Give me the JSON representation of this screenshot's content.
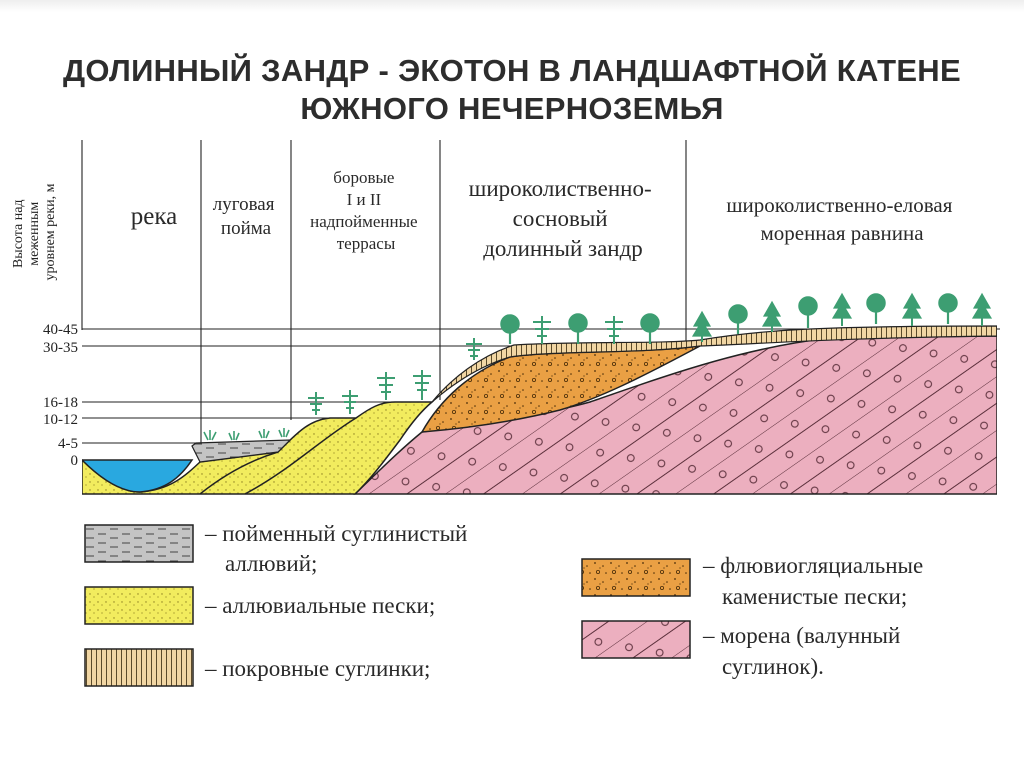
{
  "title": {
    "line1": "ДОЛИННЫЙ ЗАНДР - ЭКОТОН В ЛАНДШАФТНОЙ КАТЕНЕ",
    "line2": "ЮЖНОГО НЕЧЕРНОЗЕМЬЯ"
  },
  "axis": {
    "title_lines": [
      "Высота над",
      "меженным",
      "уровнем реки, м"
    ],
    "ticks": [
      "40-45",
      "30-35",
      "16-18",
      "10-12",
      "4-5",
      "0"
    ]
  },
  "zones": {
    "river": [
      "река"
    ],
    "floodplain": [
      "луговая",
      "пойма"
    ],
    "terraces": [
      "боровые",
      "I и II",
      "надпойменные",
      "террасы"
    ],
    "zandr": [
      "широколиственно-",
      "сосновый",
      "долинный зандр"
    ],
    "moraine_plain": [
      "широколиственно-еловая",
      "моренная равнина"
    ]
  },
  "legend": {
    "alluvium_loam": [
      "– пойменный суглинистый",
      "аллювий;"
    ],
    "alluvial_sand": [
      "– аллювиальные пески;"
    ],
    "cover_loam": [
      "– покровные суглинки;"
    ],
    "fluvioglacial": [
      "– флювиогляциальные",
      "каменистые пески;"
    ],
    "moraine": [
      "– морена (валунный",
      "суглинок)."
    ]
  },
  "colors": {
    "water": "#29a8e0",
    "alluvial_sand": "#f2ec5e",
    "alluvium_loam": "#c4c4c4",
    "cover_loam": "#f1d6a4",
    "fluvioglacial": "#eaa044",
    "moraine": "#ecafbf",
    "tree": "#3d9e72",
    "grass": "#3d9e72"
  },
  "icons": {
    "conifer": "conifer-tree-icon",
    "deciduous": "deciduous-tree-icon",
    "pine": "pine-tree-icon",
    "grass": "grass-tuft-icon"
  }
}
